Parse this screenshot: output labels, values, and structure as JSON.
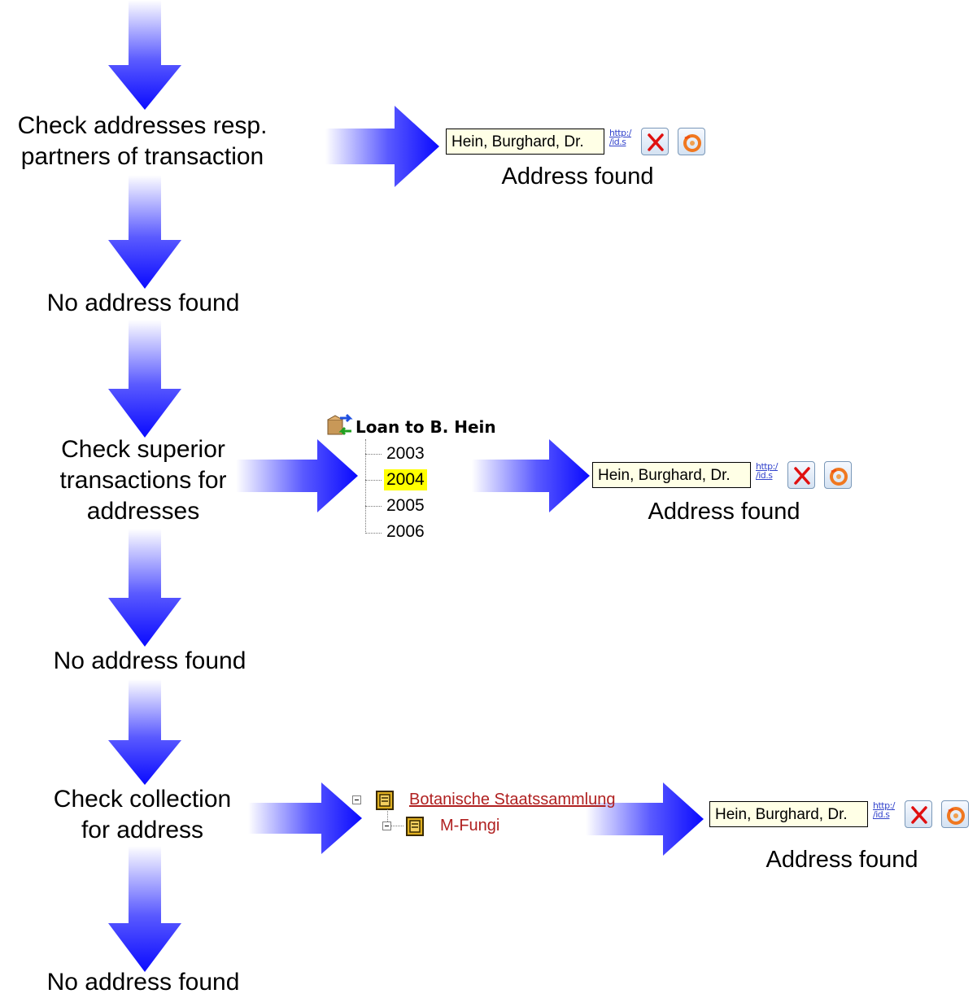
{
  "steps": {
    "check_partners": [
      "Check  addresses resp.",
      "partners of transaction"
    ],
    "no_address_1": "No address found",
    "check_superior": [
      "Check  superior",
      "transactions for",
      "addresses"
    ],
    "no_address_2": "No address found",
    "check_collection": [
      "Check  collection",
      "for address"
    ],
    "no_address_3": "No address found"
  },
  "address_widget": {
    "name": "Hein, Burghard, Dr.",
    "url_line1": "http:/",
    "url_line2": "/id.s",
    "found_label": "Address found",
    "delete_icon": "red-x-icon",
    "lookup_icon": "orange-swirl-icon"
  },
  "loan_tree": {
    "root_label": "Loan to B. Hein",
    "root_icon": "loan-transaction-icon",
    "years": [
      "2003",
      "2004",
      "2005",
      "2006"
    ],
    "selected": "2004",
    "highlight_color": "#ffff00"
  },
  "collection_tree": {
    "parent": "Botanische Staatssammlung",
    "child": "M-Fungi",
    "icon": "collection-cabinet-icon",
    "link_color": "#b02020"
  },
  "colors": {
    "arrow_blue": "#1a1aff",
    "arrow_fade": "#ffffff"
  }
}
